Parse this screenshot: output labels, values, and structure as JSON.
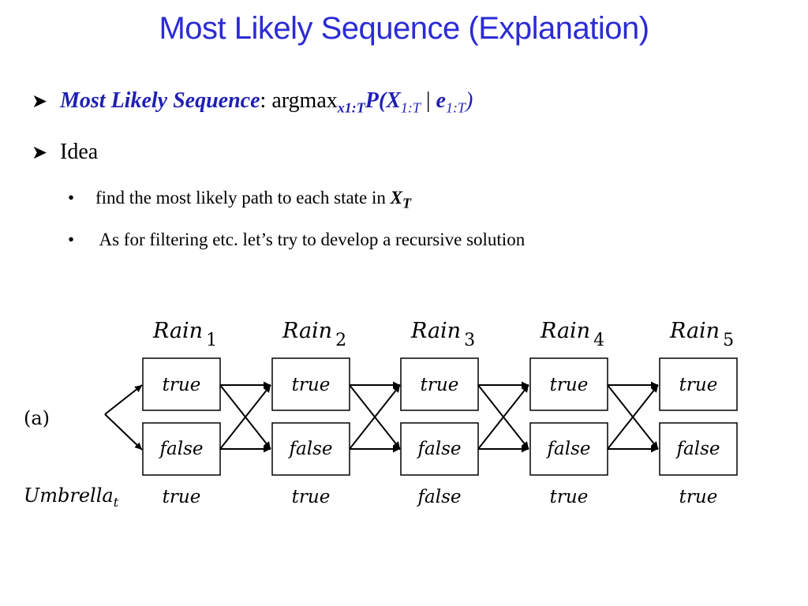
{
  "slide": {
    "title": "Most Likely Sequence (Explanation)",
    "bullet1": {
      "term": "Most Likely Sequence",
      "colon": ":",
      "argmax": "argmax",
      "argmax_sub": "x1:T",
      "p_open": "P(X",
      "sub1": "1:T",
      "given": " | ",
      "e": "e",
      "sub2": "1:T",
      "close": ")"
    },
    "bullet2": {
      "text": "Idea"
    },
    "sub_bullets": [
      {
        "text": "find the most likely path to each state in ",
        "var": "X",
        "var_sub": "T"
      },
      {
        "text": " As for  filtering etc. let’s try to develop a recursive solution"
      }
    ]
  },
  "diagram": {
    "panel_label": "(a)",
    "row_label": "Umbrella",
    "row_label_sub": "t",
    "rain_label": "Rain",
    "columns": [
      {
        "index": "1",
        "true_label": "true",
        "false_label": "false",
        "umbrella": "true"
      },
      {
        "index": "2",
        "true_label": "true",
        "false_label": "false",
        "umbrella": "true"
      },
      {
        "index": "3",
        "true_label": "true",
        "false_label": "false",
        "umbrella": "false"
      },
      {
        "index": "4",
        "true_label": "true",
        "false_label": "false",
        "umbrella": "true"
      },
      {
        "index": "5",
        "true_label": "true",
        "false_label": "false",
        "umbrella": "true"
      }
    ]
  }
}
